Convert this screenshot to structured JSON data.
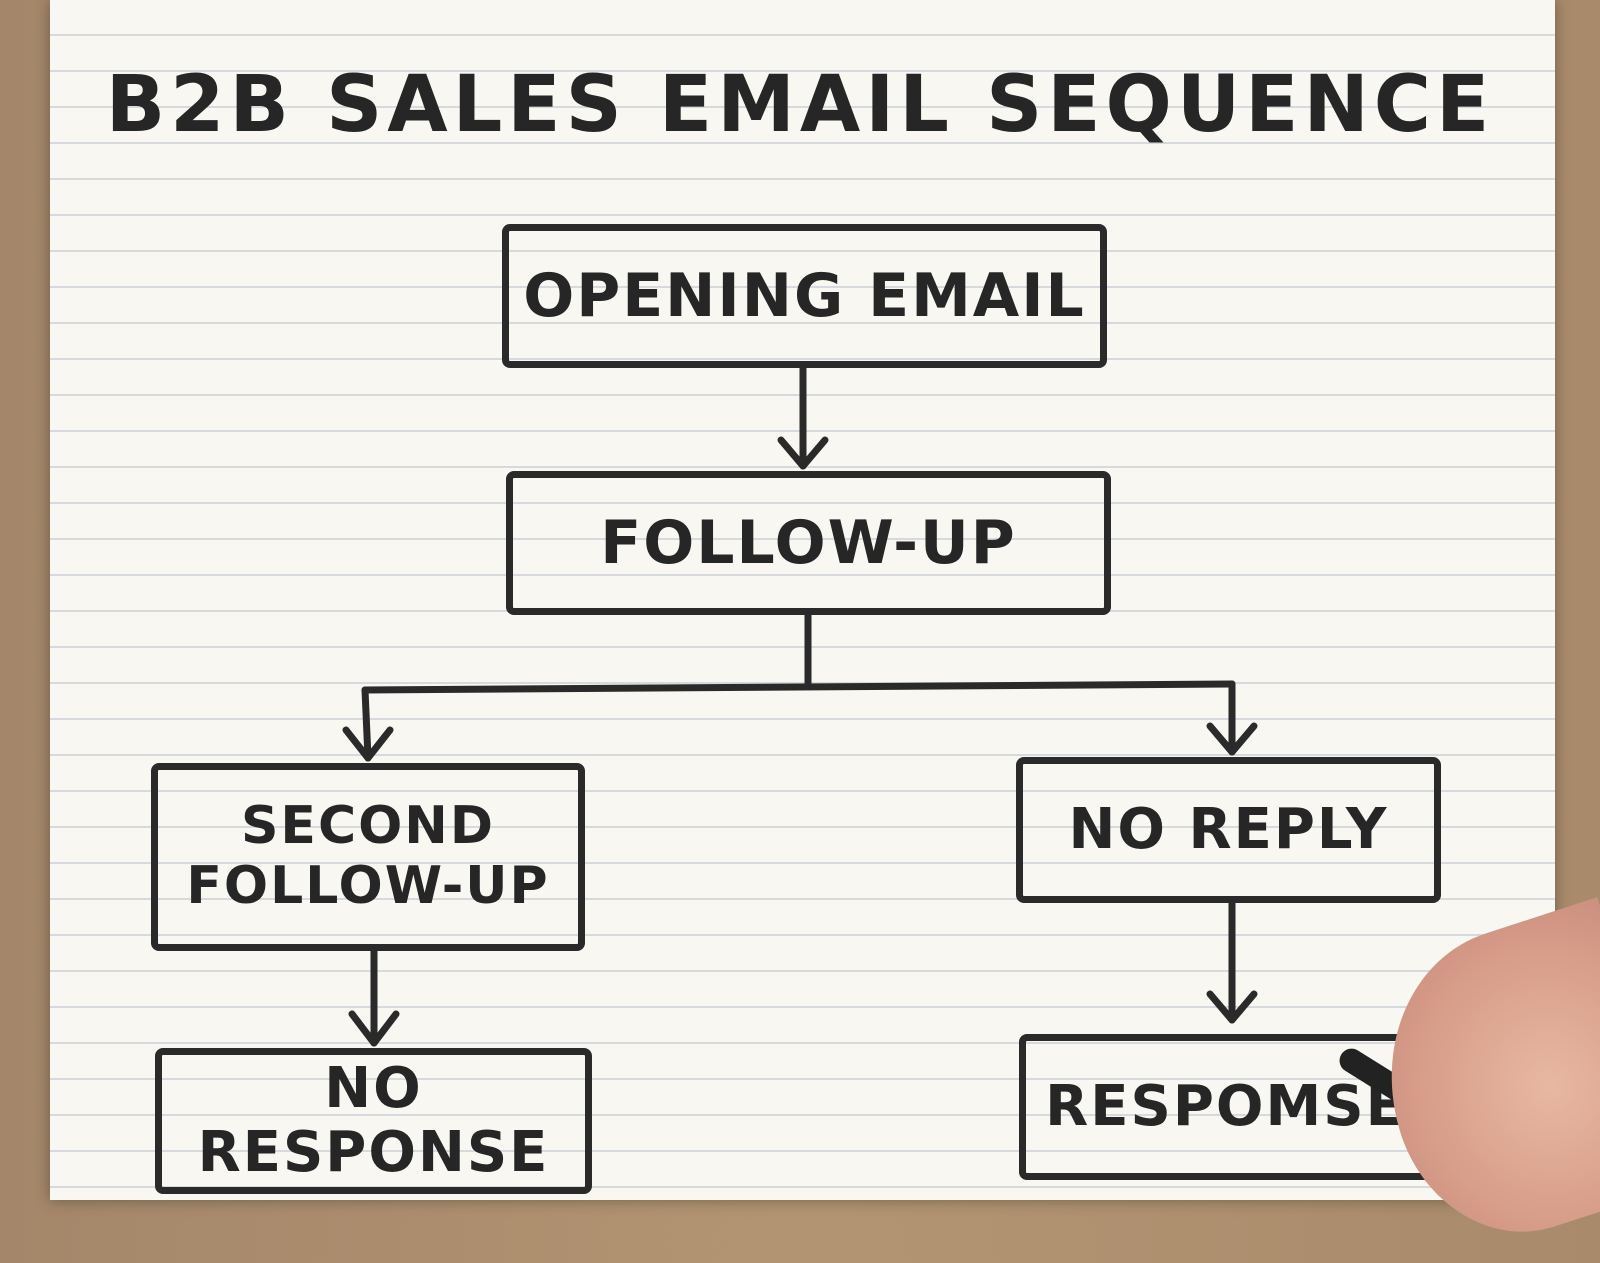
{
  "title": "B2B SALES EMAIL SEQUENCE",
  "nodes": {
    "opening_email": "OPENING EMAIL",
    "follow_up": "FOLLOW-UP",
    "second_follow_up_line1": "SECOND",
    "second_follow_up_line2": "FOLLOW-UP",
    "no_reply": "NO REPLY",
    "no_response": "NO RESPONSE",
    "response": "RESPOMSE"
  },
  "edges": [
    {
      "from": "OPENING EMAIL",
      "to": "FOLLOW-UP"
    },
    {
      "from": "FOLLOW-UP",
      "to": "SECOND FOLLOW-UP"
    },
    {
      "from": "FOLLOW-UP",
      "to": "NO REPLY"
    },
    {
      "from": "SECOND FOLLOW-UP",
      "to": "NO RESPONSE"
    },
    {
      "from": "NO REPLY",
      "to": "RESPOMSE"
    }
  ],
  "colors": {
    "ink": "#2a2a2a",
    "paper": "#f8f7f2",
    "rule_line": "#d6dadf",
    "desk": "#a98b6c"
  }
}
